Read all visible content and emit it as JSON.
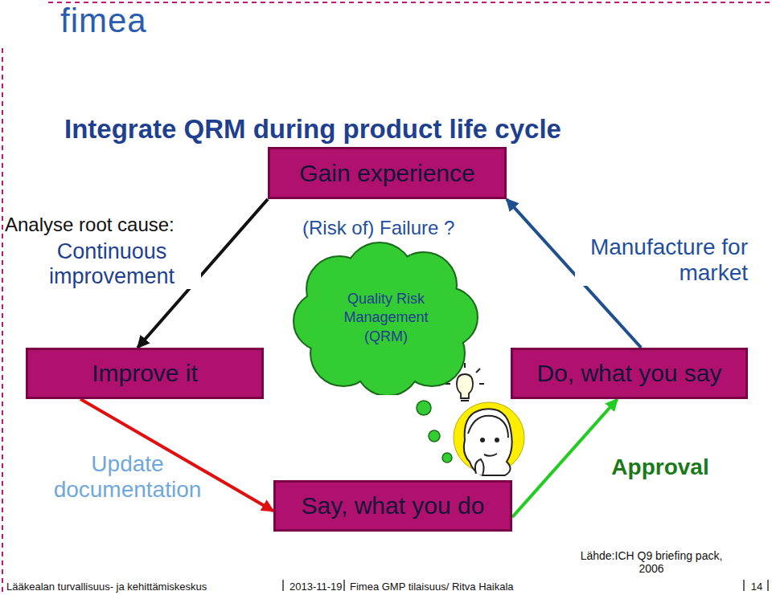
{
  "diagram": {
    "title": "Integrate QRM during product life cycle",
    "nodes": [
      {
        "text": [
          "Gain experience"
        ]
      },
      {
        "text": [
          "Quality Risk Management (QRM)"
        ]
      },
      {
        "text": [
          "Improve it"
        ]
      },
      {
        "text": [
          "Do, what you say"
        ]
      },
      {
        "text": [
          "Say, what you do"
        ]
      }
    ],
    "edges": [
      {
        "from": 0,
        "to": 2,
        "arrow": "to"
      },
      {
        "from": 2,
        "to": 4,
        "arrow": "to"
      },
      {
        "from": 4,
        "to": 3,
        "arrow": "to"
      },
      {
        "from": 3,
        "to": 0,
        "arrow": "to"
      }
    ],
    "labels": [
      "fimea",
      "Analyse root cause:",
      "Continuous improvement",
      "(Risk of) Failure ?",
      "Manufacture for market",
      "Update documentation",
      "Approval",
      "Lähde:ICH Q9 briefing pack, 2006",
      "Lääkealan turvallisuus- ja kehittämiskeskus",
      "2013-11-19",
      "Fimea GMP tilaisuus/ Ritva Haikala",
      "14"
    ]
  }
}
